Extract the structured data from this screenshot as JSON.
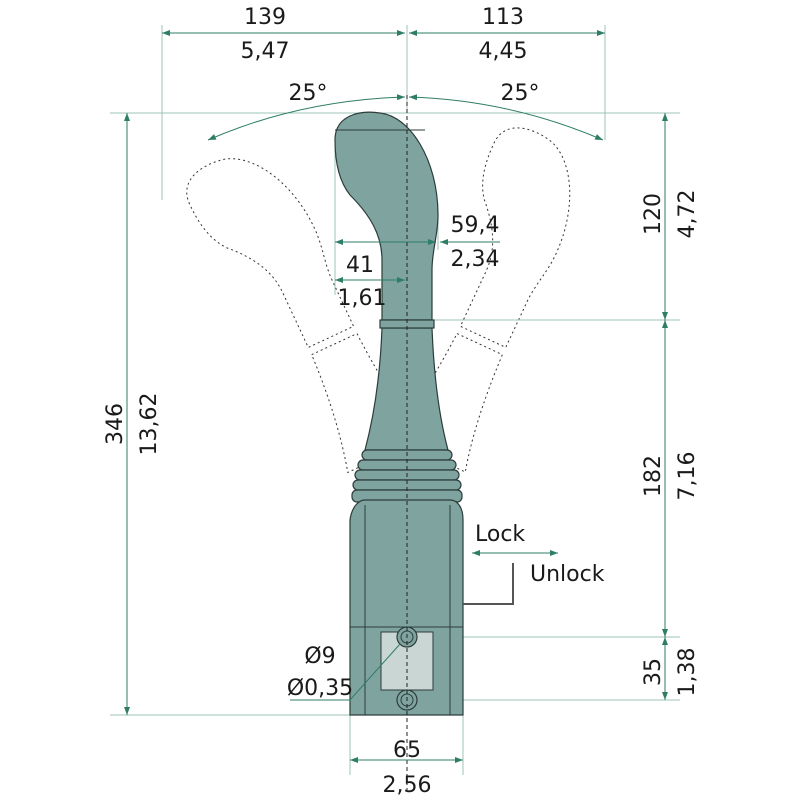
{
  "title": "Joystick dimension drawing",
  "colors": {
    "body": "#7fa4a0",
    "dimension": "#2e7d66",
    "outline": "#2c3c3a"
  },
  "dimensions": {
    "left_width_mm": "139",
    "left_width_in": "5,47",
    "right_width_mm": "113",
    "right_width_in": "4,45",
    "angle_left": "25°",
    "angle_right": "25°",
    "grip_height_mm": "120",
    "grip_height_in": "4,72",
    "grip_width_mm": "59,4",
    "grip_width_in": "2,34",
    "grip_offset_mm": "41",
    "grip_offset_in": "1,61",
    "total_height_mm": "346",
    "total_height_in": "13,62",
    "shaft_height_mm": "182",
    "shaft_height_in": "7,16",
    "hole_spacing_mm": "35",
    "hole_spacing_in": "1,38",
    "hole_diameter_mm": "Ø9",
    "hole_diameter_in": "Ø0,35",
    "base_width_mm": "65",
    "base_width_in": "2,56"
  },
  "labels": {
    "lock": "Lock",
    "unlock": "Unlock"
  }
}
